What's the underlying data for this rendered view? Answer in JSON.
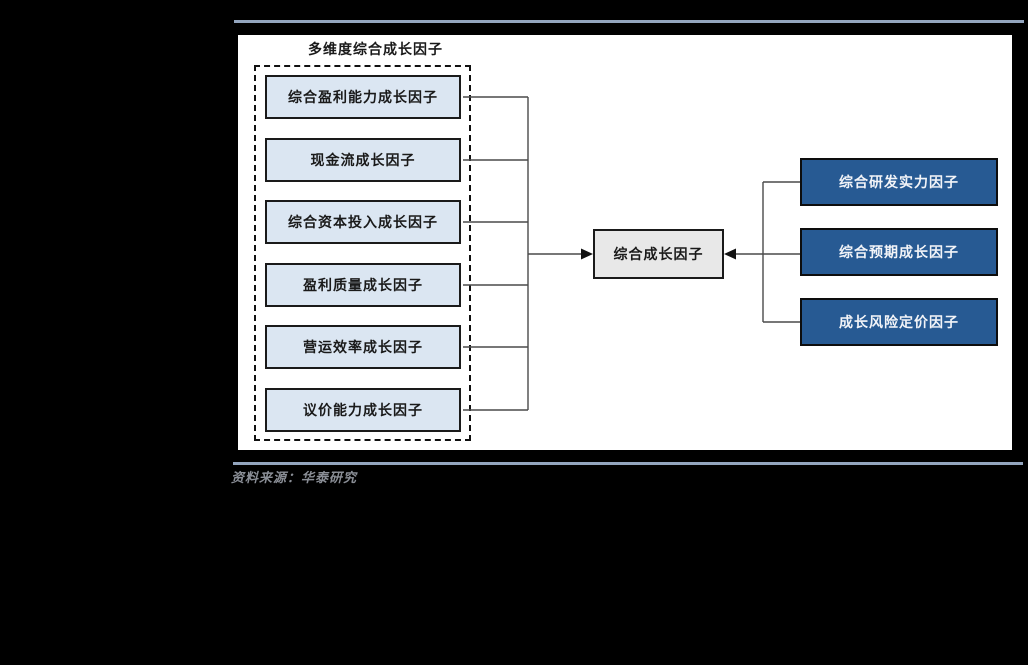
{
  "diagram": {
    "title": "多维度综合成长因子",
    "left_group": [
      "综合盈利能力成长因子",
      "现金流成长因子",
      "综合资本投入成长因子",
      "盈利质量成长因子",
      "营运效率成长因子",
      "议价能力成长因子"
    ],
    "center": "综合成长因子",
    "right_group": [
      "综合研发实力因子",
      "综合预期成长因子",
      "成长风险定价因子"
    ],
    "colors": {
      "light_box_fill": "#dbe6f2",
      "dark_box_fill": "#275A93",
      "center_box_fill": "#e8e8e8",
      "accent_line": "#93A5BE",
      "connector": "#4a4a4a"
    }
  },
  "footer": {
    "source": "资料来源：华泰研究"
  }
}
